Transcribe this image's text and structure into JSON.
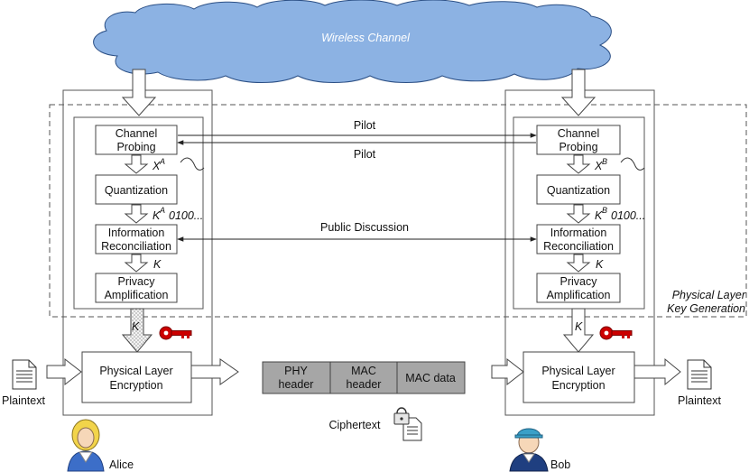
{
  "cloud": {
    "label": "Wireless Channel",
    "fill": "#8cb2e3"
  },
  "alice": {
    "name": "Alice",
    "modules": {
      "probing": [
        "Channel",
        "Probing"
      ],
      "quantization": "Quantization",
      "reconciliation": [
        "Information",
        "Reconciliation"
      ],
      "amplification": [
        "Privacy",
        "Amplification"
      ],
      "encryption": [
        "Physical Layer",
        "Encryption"
      ]
    },
    "x_symbol": "X",
    "x_sup": "A",
    "k_symbol": "K",
    "k_sup": "A",
    "k_bits": "0100...",
    "key_label": "K",
    "key_label2": "K",
    "plaintext": "Plaintext"
  },
  "bob": {
    "name": "Bob",
    "modules": {
      "probing": [
        "Channel",
        "Probing"
      ],
      "quantization": "Quantization",
      "reconciliation": [
        "Information",
        "Reconciliation"
      ],
      "amplification": [
        "Privacy",
        "Amplification"
      ],
      "encryption": [
        "Physical Layer",
        "Encryption"
      ]
    },
    "x_symbol": "X",
    "x_sup": "B",
    "k_symbol": "K",
    "k_sup": "B",
    "k_bits": "0100...",
    "key_label": "K",
    "key_label2": "K",
    "plaintext": "Plaintext"
  },
  "links": {
    "pilot_top": "Pilot",
    "pilot_bottom": "Pilot",
    "public": "Public Discussion"
  },
  "key_generation_label": [
    "Physical Layer",
    "Key Generation"
  ],
  "ciphertext": {
    "fields": [
      [
        "PHY",
        "header"
      ],
      [
        "MAC",
        "header"
      ],
      [
        "MAC data"
      ]
    ],
    "label": "Ciphertext",
    "field_fill": "#a6a6a6"
  },
  "key_icon_color": "#cc0000"
}
